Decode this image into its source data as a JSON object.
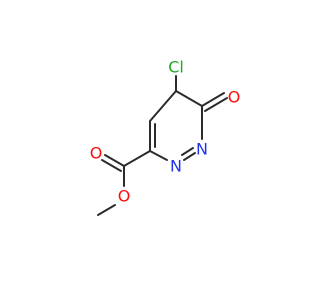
{
  "molecule": {
    "atoms": {
      "chlorine": {
        "label": "Cl",
        "color": "#22aa22"
      },
      "ketone_oxygen": {
        "label": "O",
        "color": "#ff0d0d"
      },
      "ring_nitrogen_1": {
        "label": "N",
        "color": "#2233ee"
      },
      "ring_nitrogen_2": {
        "label": "N",
        "color": "#2233ee"
      },
      "carbonyl_oxygen": {
        "label": "O",
        "color": "#ff0d0d"
      },
      "ester_oxygen": {
        "label": "O",
        "color": "#ff0d0d"
      }
    },
    "bond_color": "#2b2b2b",
    "background": "#ffffff"
  }
}
